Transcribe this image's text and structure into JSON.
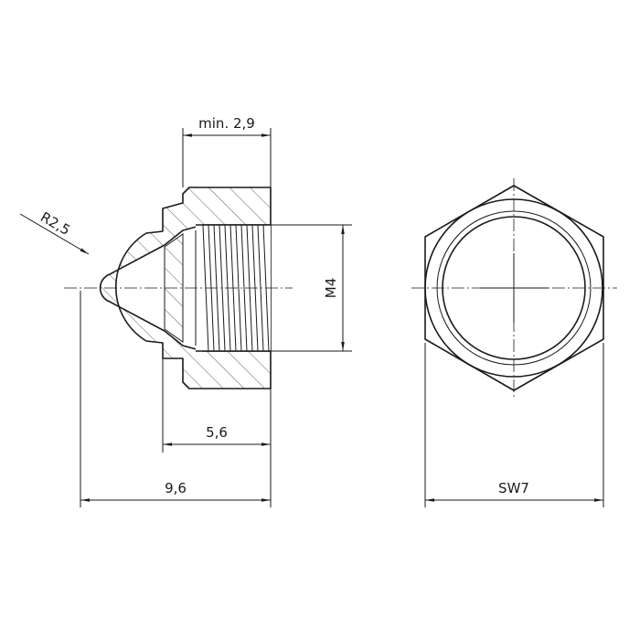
{
  "dimensions": {
    "min_thread_depth": "min. 2,9",
    "dome_radius": "R2,5",
    "thread_size": "M4",
    "thread_length": "5,6",
    "overall_length": "9,6",
    "across_flats": "SW7"
  }
}
